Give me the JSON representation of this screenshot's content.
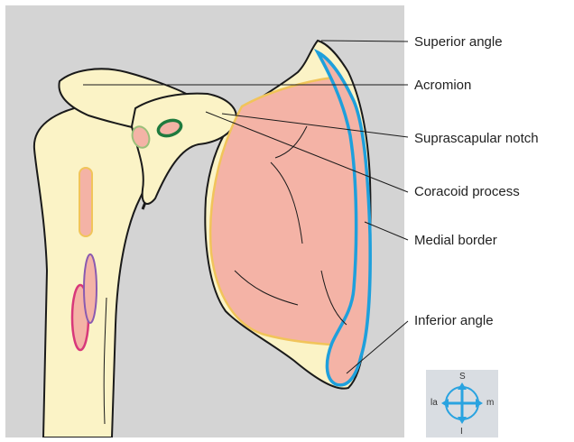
{
  "figure": {
    "labels": [
      {
        "id": "superior-angle",
        "text": "Superior angle"
      },
      {
        "id": "acromion",
        "text": "Acromion"
      },
      {
        "id": "suprascapular-notch",
        "text": "Suprascapular notch"
      },
      {
        "id": "coracoid-process",
        "text": "Coracoid process"
      },
      {
        "id": "medial-border",
        "text": "Medial border"
      },
      {
        "id": "inferior-angle",
        "text": "Inferior angle"
      }
    ],
    "compass": {
      "superior": "S",
      "inferior": "I",
      "lateral": "la",
      "medial": "m"
    },
    "colors": {
      "background_panel": "#d4d4d4",
      "bone": "#fbf3c6",
      "muscle_attachment_pink": "#f4b3a6",
      "muscle_outline_yellow": "#f1c45a",
      "blue_attachment": "#1ea0dc",
      "green_attachment": "#1f7a3e",
      "purple_attachment": "#8a5ab0",
      "red_attachment": "#d8387a",
      "compass_arrow": "#29a3e0"
    }
  }
}
